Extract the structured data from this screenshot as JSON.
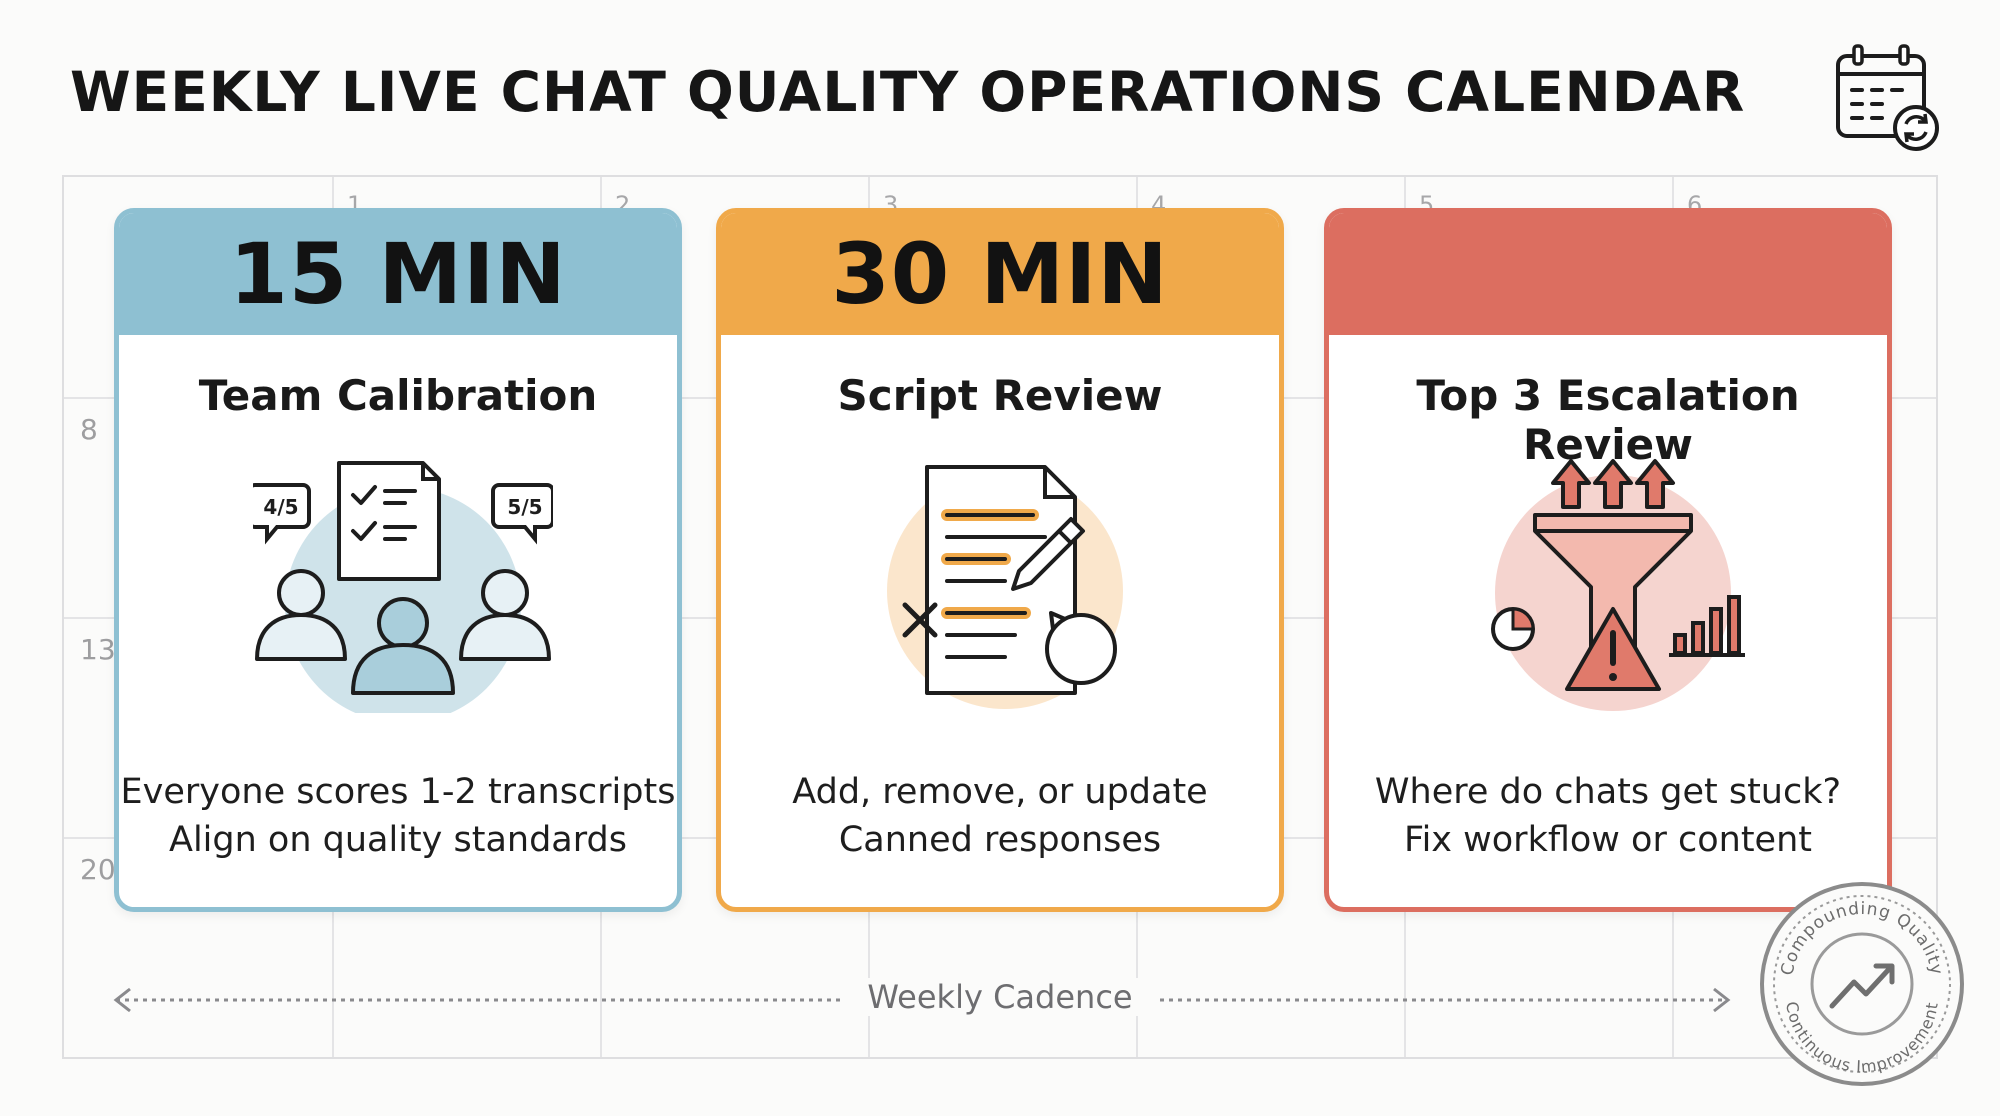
{
  "title": "WEEKLY LIVE CHAT QUALITY OPERATIONS CALENDAR",
  "calendar": {
    "day_numbers": [
      "1",
      "2",
      "3",
      "4",
      "5",
      "6"
    ],
    "hour_labels": [
      "8",
      "13",
      "20"
    ]
  },
  "cards": [
    {
      "duration": "15 MIN",
      "title": "Team Calibration",
      "desc": [
        "Everyone scores 1-2 transcripts",
        "Align on quality standards"
      ],
      "icon": "team-calibration-icon",
      "color": "#8ec0d2",
      "bubbles": [
        "4/5",
        "5/5"
      ]
    },
    {
      "duration": "30 MIN",
      "title": "Script Review",
      "desc": [
        "Add, remove, or update",
        "Canned responses"
      ],
      "icon": "script-review-icon",
      "color": "#f0a94a"
    },
    {
      "duration": "",
      "title": "Top 3 Escalation Review",
      "desc": [
        "Where do chats get stuck?",
        "Fix workflow or content"
      ],
      "icon": "escalation-funnel-icon",
      "color": "#dc6e60"
    }
  ],
  "cadence_label": "Weekly Cadence",
  "stamp": {
    "top_text": "Compounding Quality",
    "bottom_text": "Continuous Improvement"
  }
}
